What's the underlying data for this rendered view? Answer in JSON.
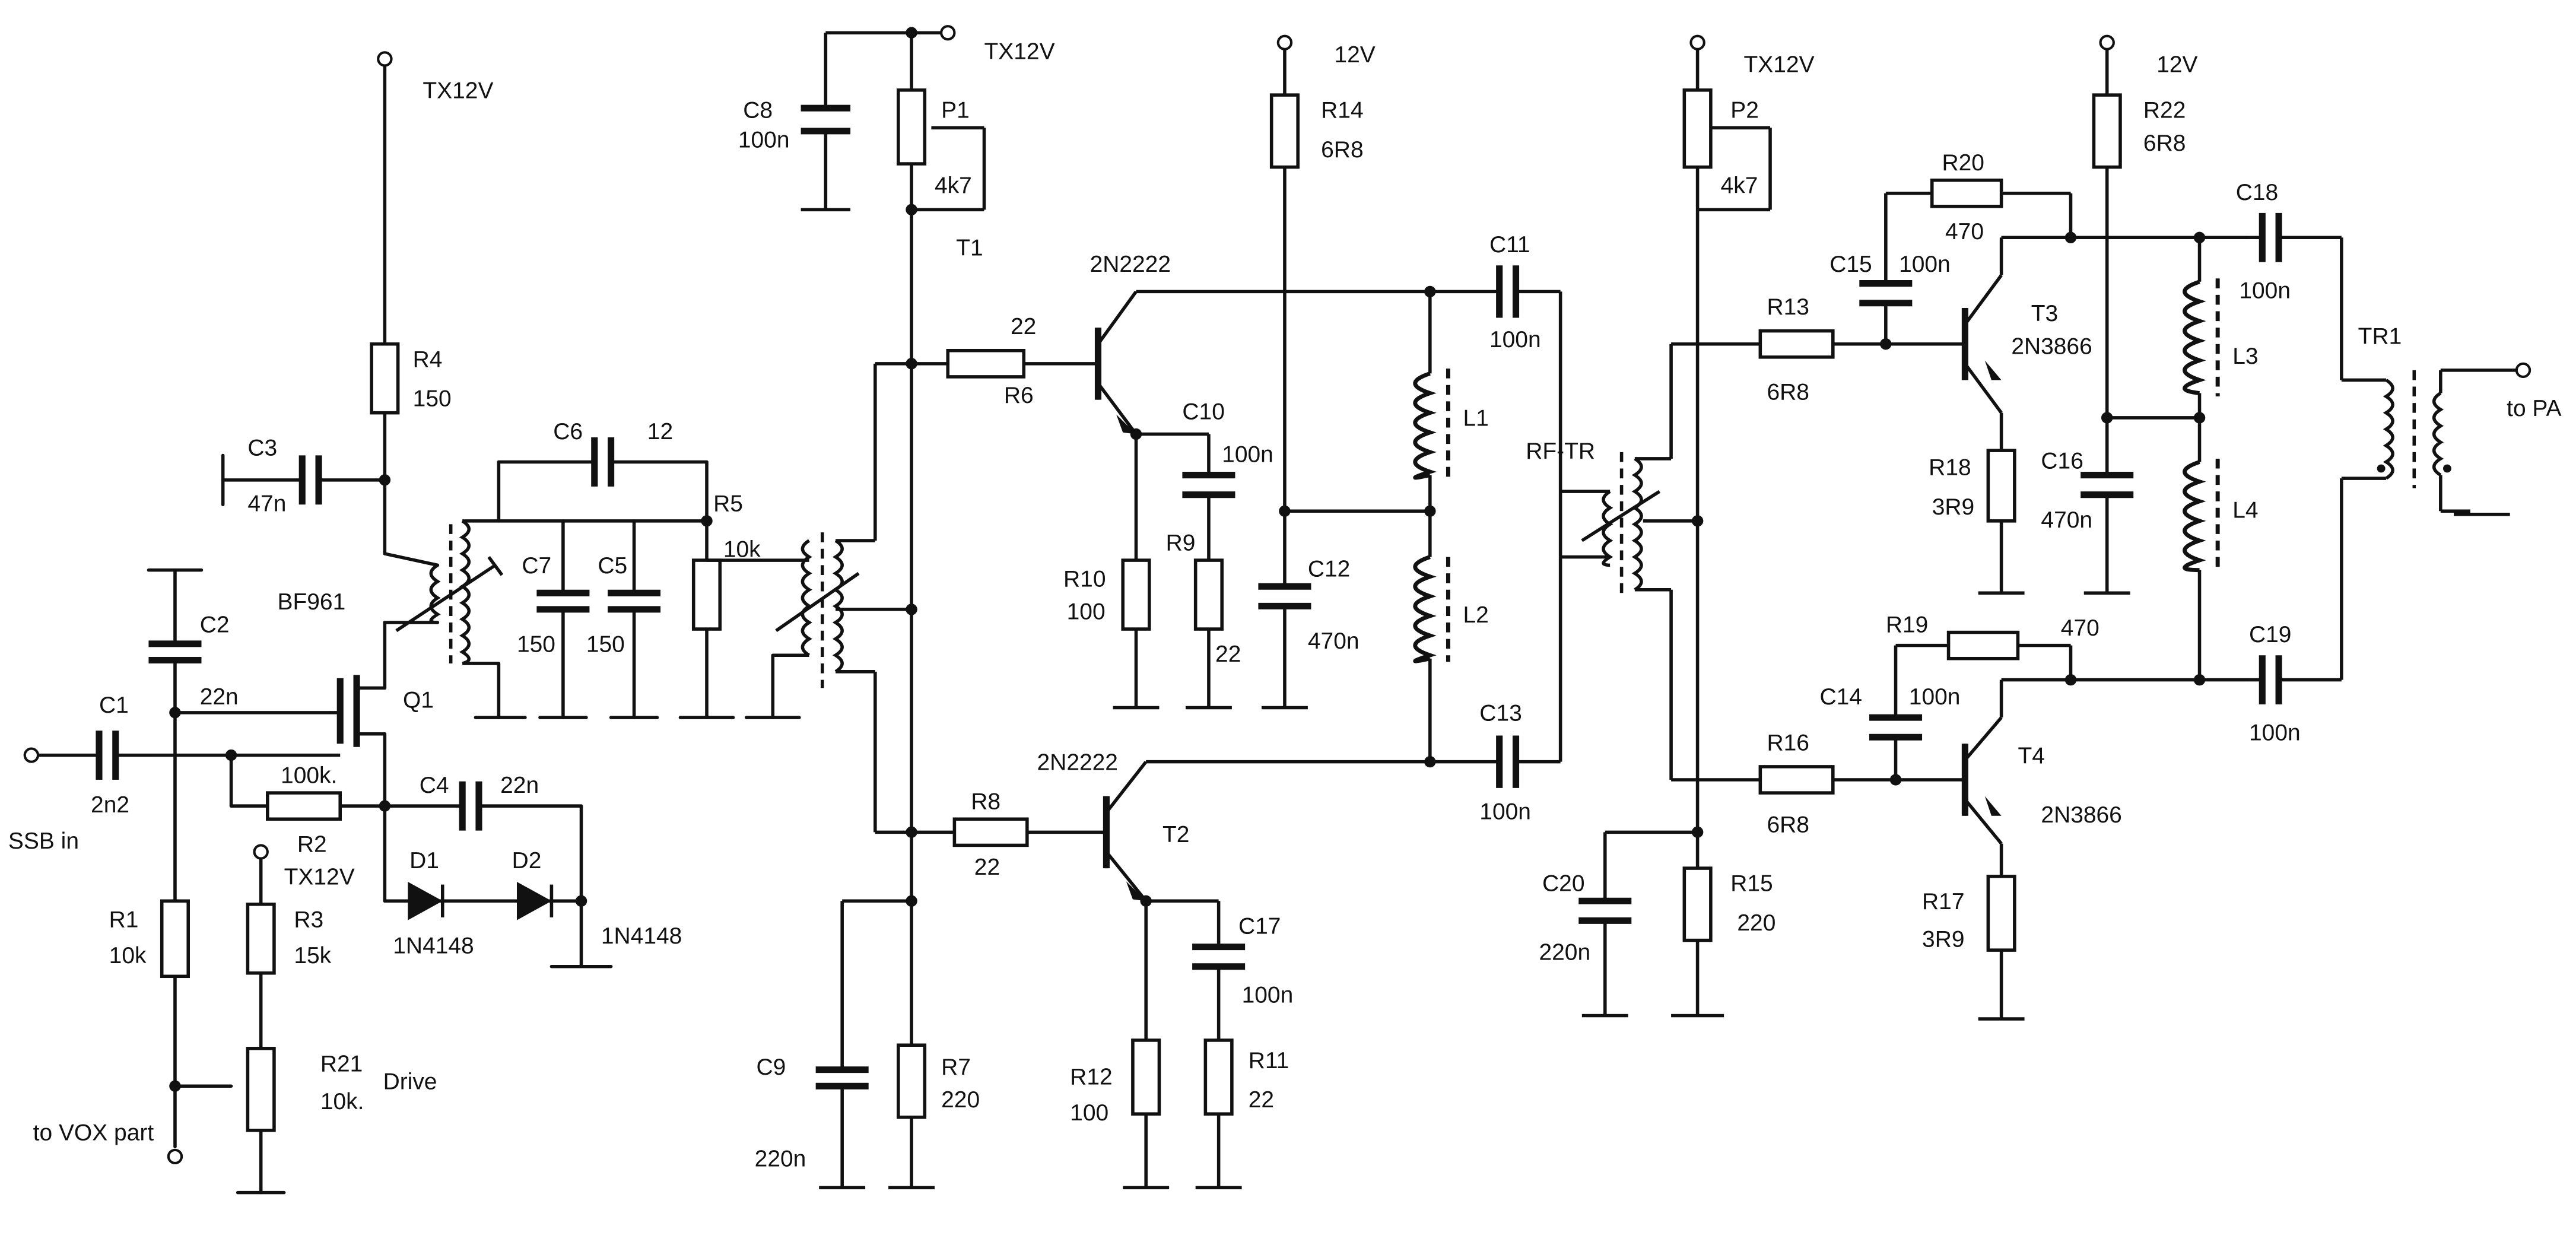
{
  "labels": {
    "tx12v_q1": "TX12V",
    "r4": "R4",
    "r4_val": "150",
    "c3": "C3",
    "c3_val": "47n",
    "c6": "C6",
    "c6_val": "12",
    "r5": "R5",
    "r5_val": "10k",
    "c7": "C7",
    "c7_val": "150",
    "c5": "C5",
    "c5_val": "150",
    "bf961": "BF961",
    "c2": "C2",
    "c2_val": "22n",
    "q1": "Q1",
    "c1": "C1",
    "c1_val": "2n2",
    "ssb_in": "SSB in",
    "r2_val": "100k.",
    "r2": "R2",
    "c4": "C4",
    "c4_val": "22n",
    "d1": "D1",
    "d2": "D2",
    "d1_part": "1N4148",
    "d2_part": "1N4148",
    "tx12v_r3": "TX12V",
    "r3": "R3",
    "r3_val": "15k",
    "r1": "R1",
    "r1_val": "10k",
    "r21": "R21",
    "r21_val": "10k.",
    "drive": "Drive",
    "to_vox": "to VOX part",
    "c8": "C8",
    "c8_val": "100n",
    "tx12v_p1": "TX12V",
    "p1": "P1",
    "p1_val": "4k7",
    "t1": "T1",
    "r6_val": "22",
    "r6": "R6",
    "q_top_part": "2N2222",
    "c10": "C10",
    "c10_val": "100n",
    "r10": "R10",
    "r10_val": "100",
    "r9": "R9",
    "r9_val": "22",
    "c9": "C9",
    "c9_val": "220n",
    "r7": "R7",
    "r7_val": "220",
    "r8": "R8",
    "r8_val": "22",
    "q_bot_part": "2N2222",
    "t2": "T2",
    "c17": "C17",
    "c17_val": "100n",
    "r12": "R12",
    "r12_val": "100",
    "r11": "R11",
    "r11_val": "22",
    "v12_r14": "12V",
    "r14": "R14",
    "r14_val": "6R8",
    "c12": "C12",
    "c12_val": "470n",
    "l1": "L1",
    "l2": "L2",
    "c11": "C11",
    "c11_val": "100n",
    "c13": "C13",
    "c13_val": "100n",
    "rftr": "RF-TR",
    "tx12v_p2": "TX12V",
    "p2": "P2",
    "p2_val": "4k7",
    "c20": "C20",
    "c20_val": "220n",
    "r15": "R15",
    "r15_val": "220",
    "r13": "R13",
    "r13_val": "6R8",
    "r16": "R16",
    "r16_val": "6R8",
    "c15": "C15",
    "c15_val": "100n",
    "c14": "C14",
    "c14_val": "100n",
    "r20": "R20",
    "r20_val": "470",
    "r19": "R19",
    "r19_val": "470",
    "t3": "T3",
    "t3_part": "2N3866",
    "t4": "T4",
    "t4_part": "2N3866",
    "r18": "R18",
    "r18_val": "3R9",
    "r17": "R17",
    "r17_val": "3R9",
    "v12_r22": "12V",
    "r22": "R22",
    "r22_val": "6R8",
    "c16": "C16",
    "c16_val": "470n",
    "l3": "L3",
    "l4": "L4",
    "c18": "C18",
    "c18_val": "100n",
    "c19": "C19",
    "c19_val": "100n",
    "tr1": "TR1",
    "to_pa": "to PA"
  }
}
